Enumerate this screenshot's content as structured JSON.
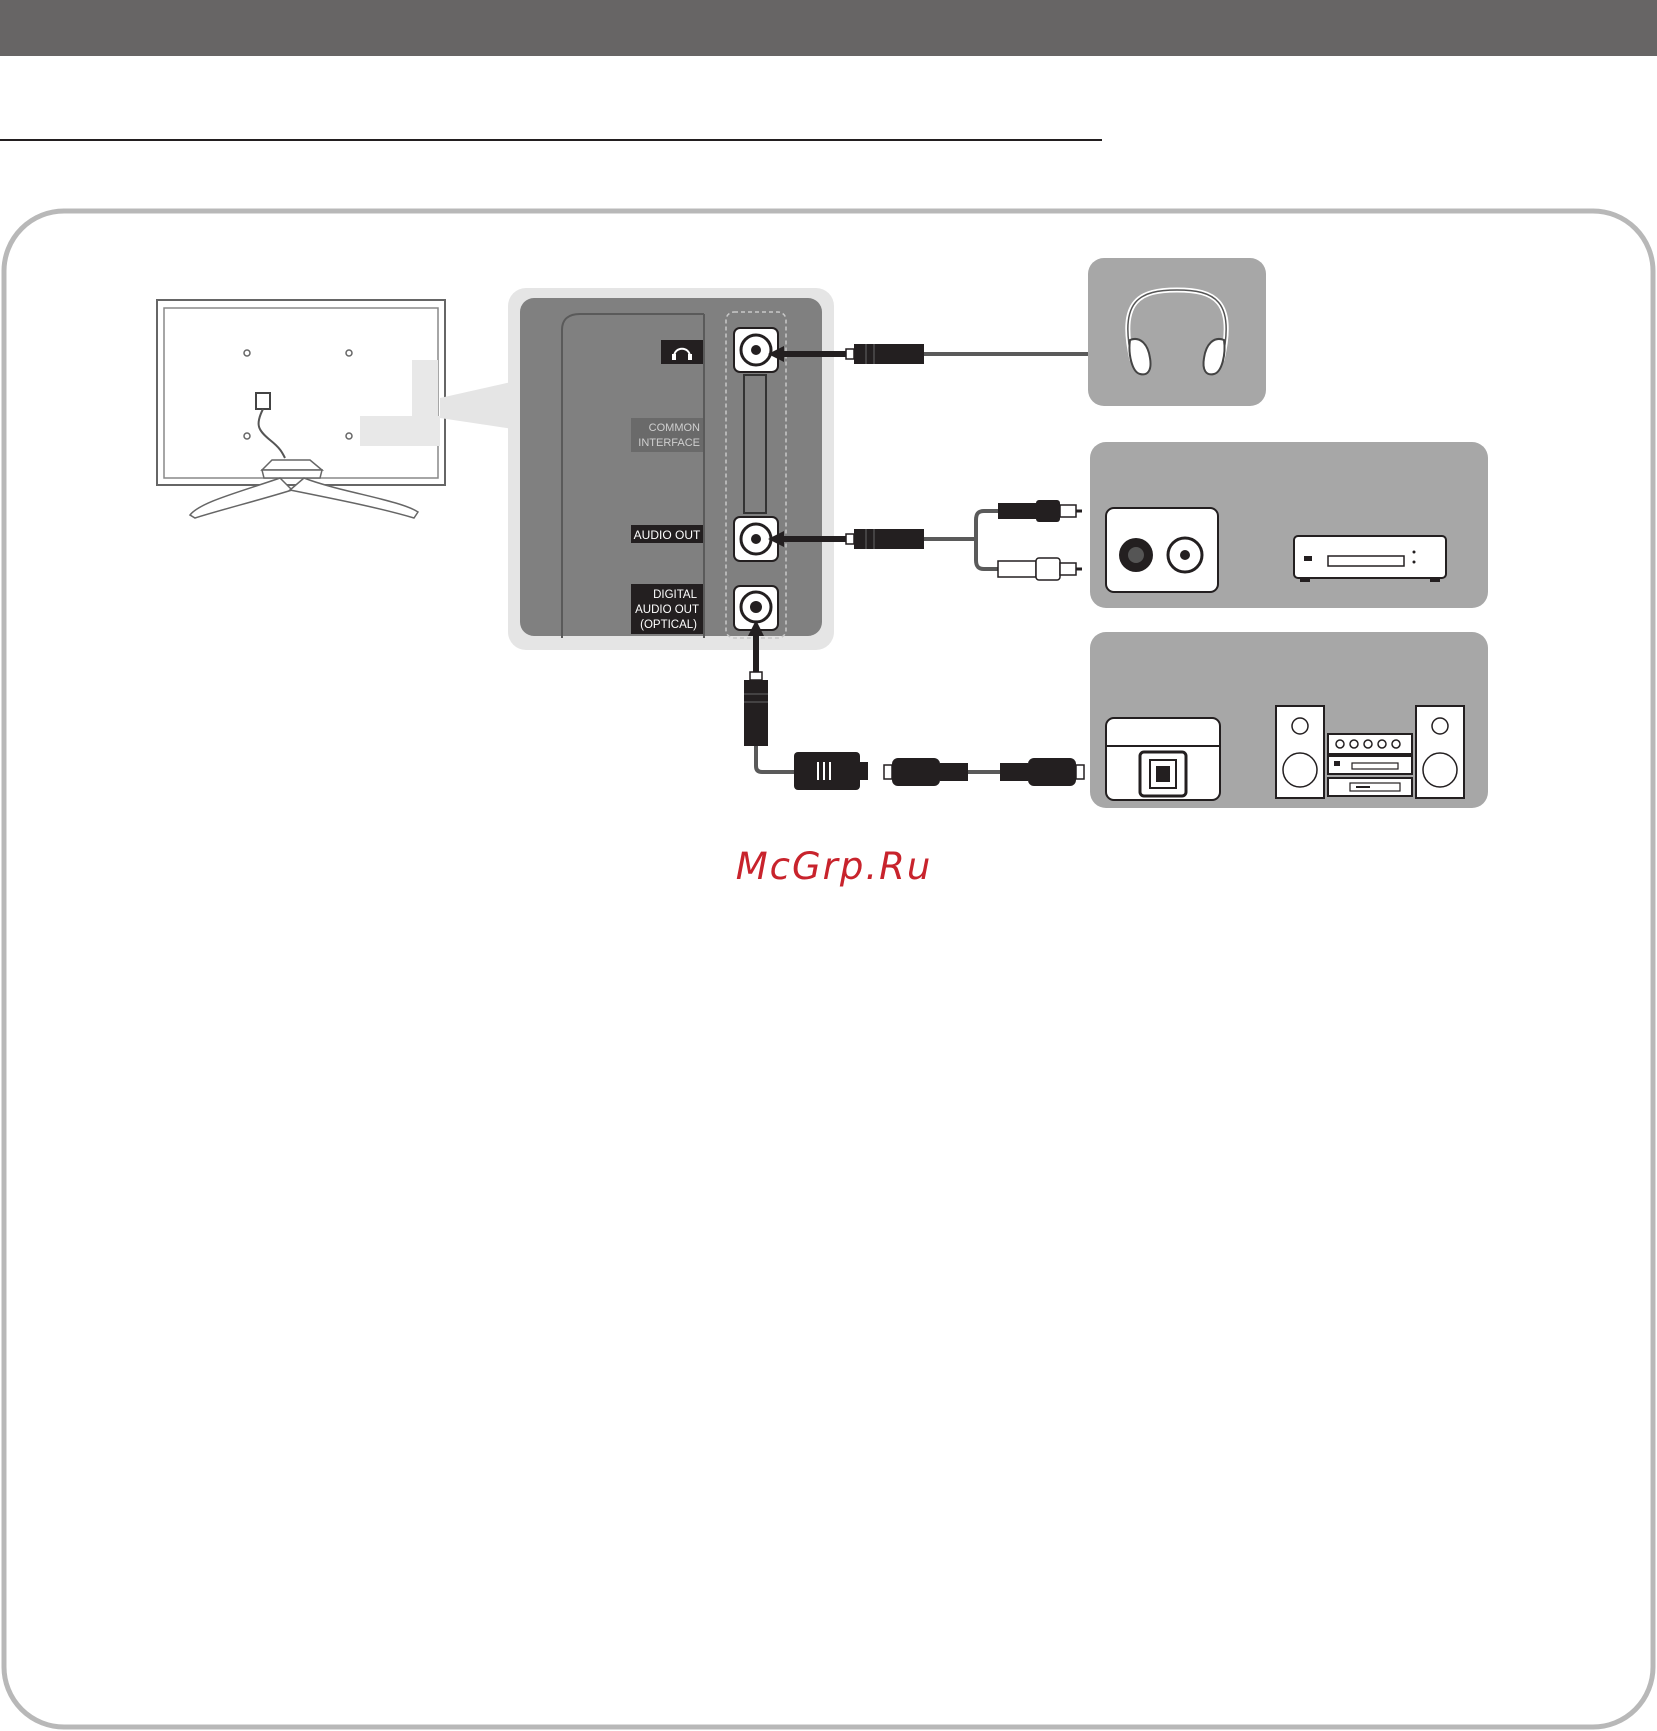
{
  "labels": {
    "headphone_symbol": "headphones",
    "common_interface": [
      "COMMON",
      "INTERFACE"
    ],
    "audio_out": "AUDIO OUT",
    "digital_audio_out": [
      "DIGITAL",
      "AUDIO OUT",
      "(OPTICAL)"
    ]
  },
  "watermark": "McGrp.Ru",
  "colors": {
    "header": "#676565",
    "panel_dark": "#808080",
    "panel_light": "#e5e5e5",
    "device_box": "#a7a7a7",
    "watermark": "#c8232c",
    "ink": "#231f20"
  },
  "icons": [
    "headphones-icon",
    "tv-back-icon",
    "audio-jack-icon",
    "rca-plug-icon",
    "optical-plug-icon",
    "amplifier-icon",
    "dvd-player-icon",
    "hifi-system-icon"
  ]
}
